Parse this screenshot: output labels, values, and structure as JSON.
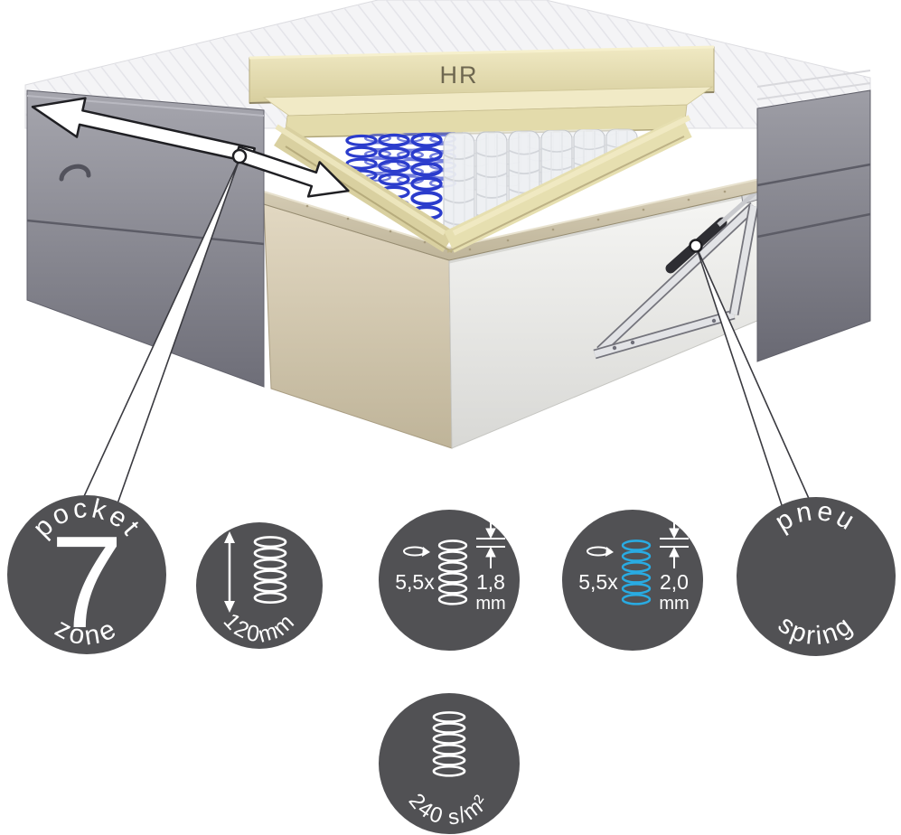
{
  "illustration": {
    "hr_label": "HR"
  },
  "badges": {
    "pocket_zone": {
      "top": "pocket",
      "value": "7",
      "bottom": "zone"
    },
    "spring_height": {
      "label": "120mm"
    },
    "coil_standard": {
      "turns": "5,5x",
      "wire_thickness": "1,8",
      "unit": "mm"
    },
    "coil_reinforced": {
      "turns": "5,5x",
      "wire_thickness": "2,0",
      "unit": "mm"
    },
    "pneu_spring": {
      "top": "pneu",
      "bottom": "spring"
    },
    "spring_density": {
      "label": "240 s/m²"
    }
  },
  "colors": {
    "badge_gray": "#515154",
    "accent_cyan": "#29abe2",
    "spring_blue": "#2b3ccc",
    "foam_cream": "#e8e0b2"
  }
}
